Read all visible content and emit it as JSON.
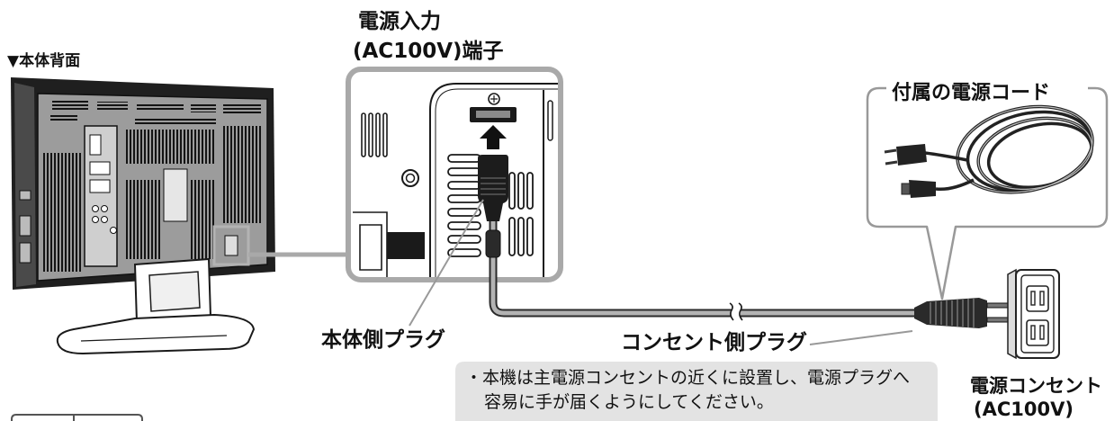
{
  "figure": {
    "rear_view_label": "▼本体背面",
    "power_input_terminal": {
      "line1": "電源入力",
      "line2": "(AC100V)端子"
    },
    "supplied_cord_callout": {
      "title": "付属の電源コード"
    },
    "body_side_plug_label": "本体側プラグ",
    "outlet_side_plug_label": "コンセント側プラグ",
    "wall_outlet": {
      "line1": "電源コンセント",
      "line2": "(AC100V)"
    }
  },
  "note": {
    "line1": "・本機は主電源コンセントの近くに設置し、電源プラグへ",
    "line2": "容易に手が届くようにしてください。"
  },
  "icons": {
    "insert_direction": "arrow-up-icon",
    "cord_break": "cord-break-icon",
    "terminal_screw": "screw-icon",
    "wall_outlet": "wall-outlet-icon"
  },
  "colors": {
    "text": "#111111",
    "callout_border": "#a9a9a9",
    "note_background": "#e3e3e3",
    "cord": "#b3b3b3",
    "leader_line": "#999999",
    "tv_body": "#1f1f1f"
  }
}
